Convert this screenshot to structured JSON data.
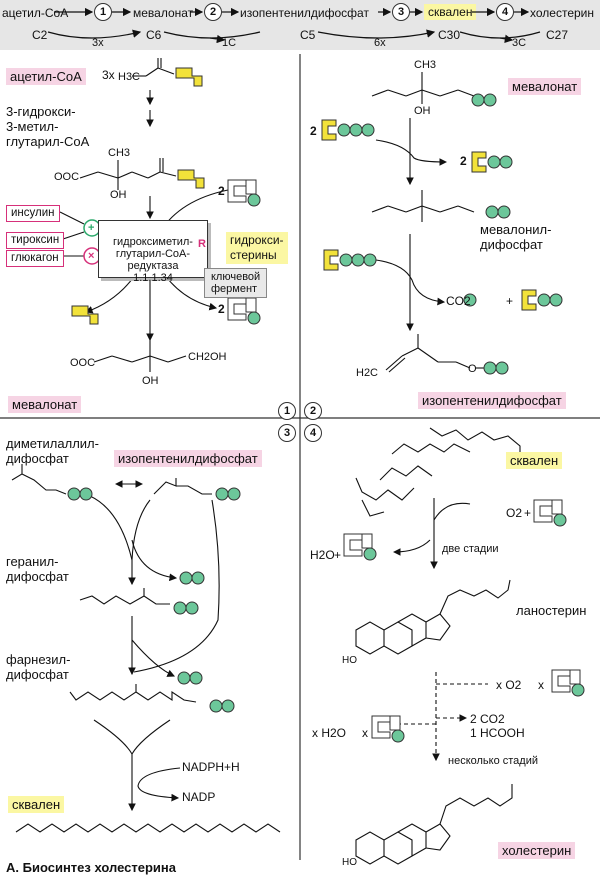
{
  "header": {
    "steps": [
      {
        "num": "1",
        "from": "ацетил-CoA",
        "to": "мевалонат"
      },
      {
        "num": "2",
        "to": "изопентенилдифосфат"
      },
      {
        "num": "3",
        "to": "сквален"
      },
      {
        "num": "4",
        "to": "холестерин"
      }
    ],
    "carbons": [
      "C2",
      "3x",
      "C6",
      "1C",
      "C5",
      "6x",
      "C30",
      "3C",
      "C27"
    ]
  },
  "panel1": {
    "title": "ацетил-CoA",
    "mult": "3x",
    "group": "H3C",
    "intermediate": "3-гидрокси-\n3-метил-\nглутарил-CoA",
    "formula_coo": "OOC",
    "formula_ch3": "CH3",
    "formula_oh": "OH",
    "cofactor_count_in": "2",
    "cofactor_count_out": "2",
    "enzyme": "гидроксиметил-\nглутарил-CoA-\nредуктаза\n1.1.1.34",
    "key_enzyme": "ключевой\nфермент",
    "activators": [
      {
        "label": "инсулин"
      },
      {
        "label": "тироксин"
      }
    ],
    "inhibitor": "глюкагон",
    "repressor": "гидрокси-\nстерины",
    "product_formula": "OOC",
    "product_oh": "OH",
    "product_tail": "CH2OH",
    "product": "мевалонат",
    "sym_plus": "+",
    "sym_minus": "×",
    "sym_r": "R"
  },
  "panel2": {
    "title": "мевалонат",
    "tail_oh": "OH",
    "ch3": "CH3",
    "atp_count": "2",
    "adp_count": "2",
    "intermediate": "мевалонил-\nдифосфат",
    "co2": "CO2",
    "plus": "+",
    "product_label": "изопентенилдифосфат",
    "h2c": "H2C",
    "o": "O"
  },
  "panel3": {
    "dma": "диметилаллил-\nдифосфат",
    "ipp": "изопентенилдифосфат",
    "geranyl": "геранил-\nдифосфат",
    "farnesyl": "фарнезил-\nдифосфат",
    "nadph": "NADPH+H",
    "nadp": "NADP",
    "product": "сквален"
  },
  "panel4": {
    "title": "сквален",
    "o2": "O2",
    "plus": "+",
    "two_stages": "две стадии",
    "h2o": "H2O",
    "lanosterol": "ланостерин",
    "xo2": "x O2",
    "xh2o": "x H2O",
    "x": "x",
    "co2": "2 CO2",
    "hcooh": "1 HCOOH",
    "several": "несколько стадий",
    "product": "холестерин",
    "ho": "HO"
  },
  "badges": [
    "1",
    "2",
    "3",
    "4"
  ],
  "caption": "А. Биосинтез холестерина",
  "colors": {
    "pink": "#f6d4e4",
    "yellow": "#fbf7a3",
    "green": "#6cc79a",
    "magenta": "#d6307a",
    "header": "#e6e6e6"
  }
}
